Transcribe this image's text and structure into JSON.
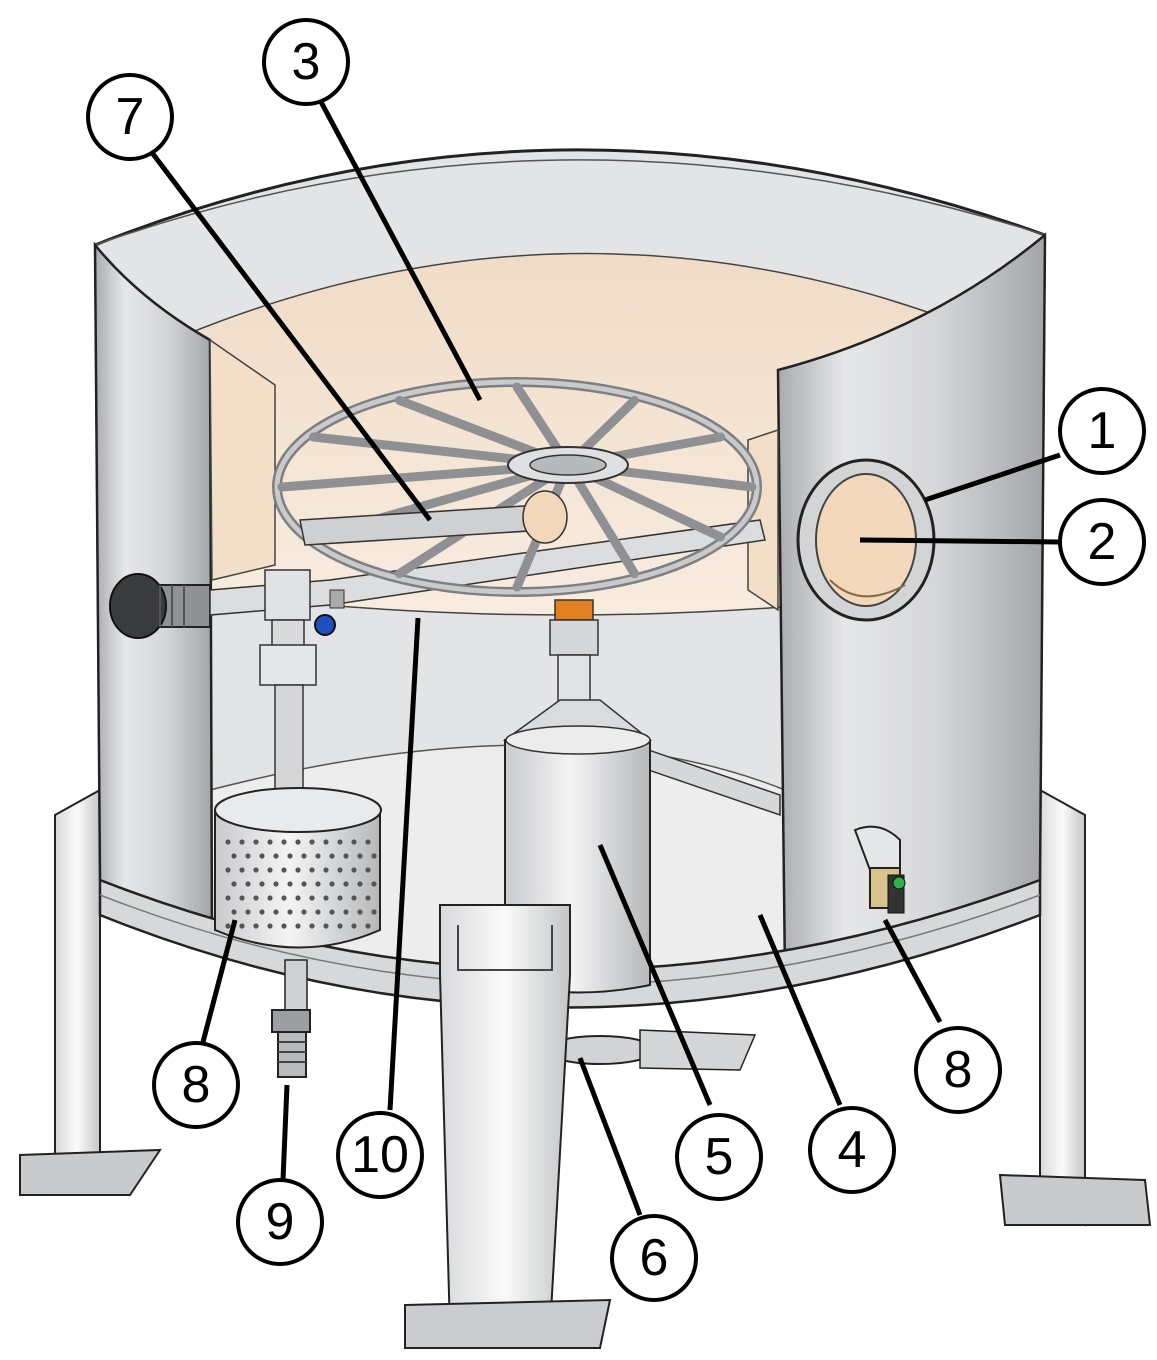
{
  "callouts": [
    {
      "id": "1",
      "label": "1"
    },
    {
      "id": "2",
      "label": "2"
    },
    {
      "id": "3",
      "label": "3"
    },
    {
      "id": "4",
      "label": "4"
    },
    {
      "id": "5",
      "label": "5"
    },
    {
      "id": "6",
      "label": "6"
    },
    {
      "id": "7",
      "label": "7"
    },
    {
      "id": "8a",
      "label": "8"
    },
    {
      "id": "8b",
      "label": "8"
    },
    {
      "id": "9",
      "label": "9"
    },
    {
      "id": "10",
      "label": "10"
    }
  ],
  "colors": {
    "steel": "#cfd0d2",
    "steel_dark": "#9a9c9f",
    "interior_wall": "#f6e3d0",
    "interior_floor": "#ececec",
    "valve_blue": "#1f4fbf",
    "valve_green": "#2bb34a",
    "fitting_orange": "#e0801e"
  }
}
